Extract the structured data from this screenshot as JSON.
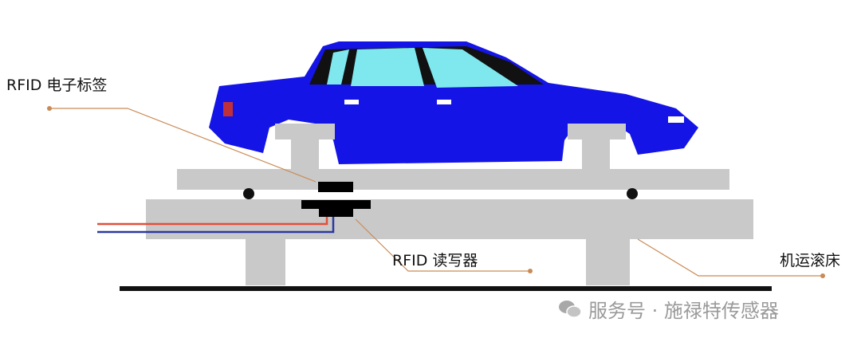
{
  "labels": {
    "rfid_tag": "RFID 电子标签",
    "rfid_reader": "RFID 读写器",
    "roller_bed": "机运滚床"
  },
  "watermark": {
    "text": "服务号 · 施禄特传感器",
    "icon": "wechat-icon"
  },
  "colors": {
    "car_body": "#1414e6",
    "window": "#7ee8ee",
    "frame": "#c9c9c9",
    "leader": "#c98a55",
    "wire_red": "#e0503a",
    "wire_blue": "#2a3aa0"
  }
}
